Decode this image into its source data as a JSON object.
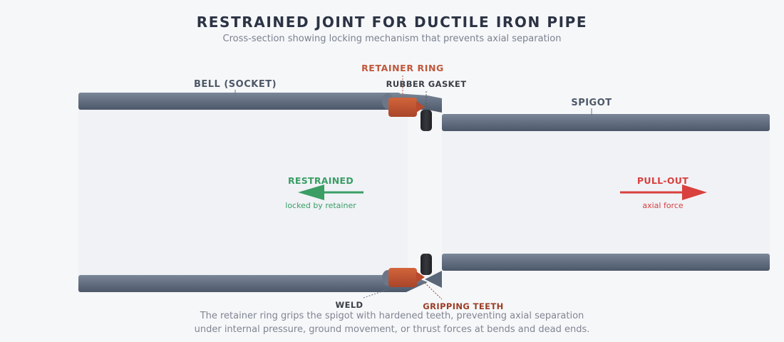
{
  "header": {
    "title": "RESTRAINED JOINT FOR DUCTILE IRON PIPE",
    "subtitle": "Cross-section showing locking mechanism that prevents axial separation"
  },
  "labels": {
    "bell": "BELL (SOCKET)",
    "spigot": "SPIGOT",
    "retainer_ring": "RETAINER RING",
    "rubber_gasket": "RUBBER GASKET",
    "weld": "WELD",
    "gripping_teeth": "GRIPPING TEETH"
  },
  "forces": {
    "restrained": {
      "label": "RESTRAINED",
      "sublabel": "locked by retainer",
      "direction": "left",
      "color": "#3a9e65"
    },
    "pullout": {
      "label": "PULL-OUT",
      "sublabel": "axial force",
      "direction": "right",
      "color": "#d9403e"
    }
  },
  "caption": {
    "line1": "The retainer ring grips the spigot with hardened teeth, preventing axial separation",
    "line2": "under internal pressure, ground movement, or thrust forces at bends and dead ends."
  },
  "colors": {
    "pipe_wall": "#5a6778",
    "pipe_interior": "#f0f2f6",
    "retainer": "#c0532f",
    "gasket": "#2a2c2e",
    "background": "#f6f7f9"
  }
}
